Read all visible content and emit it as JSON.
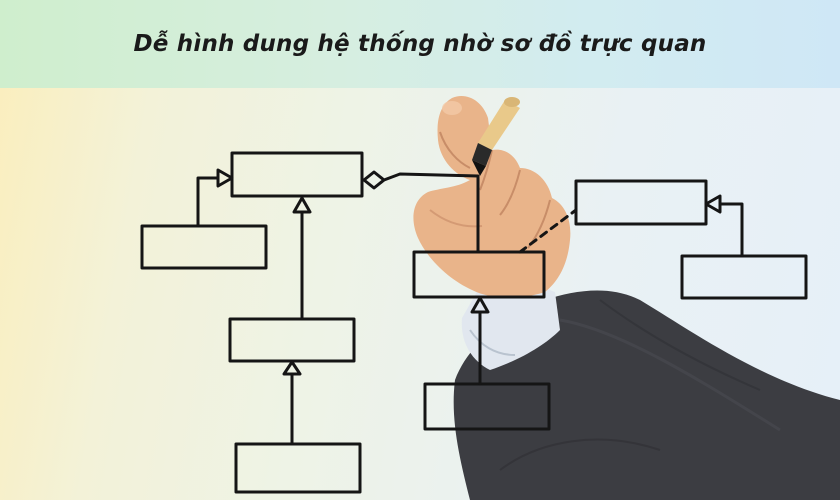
{
  "header": {
    "title": "Dễ hình dung hệ thống nhờ sơ đồ trực quan"
  },
  "colors": {
    "header_bg": "#d3edea",
    "diagram_stroke": "#151515",
    "suit": "#3a3b40",
    "shirt": "#dfe6ef",
    "skin": "#e8b58c",
    "pen": "#e9c98a"
  },
  "scene": {
    "diagram": "hand-drawn-class-diagram",
    "subject": "hand-holding-marker"
  }
}
